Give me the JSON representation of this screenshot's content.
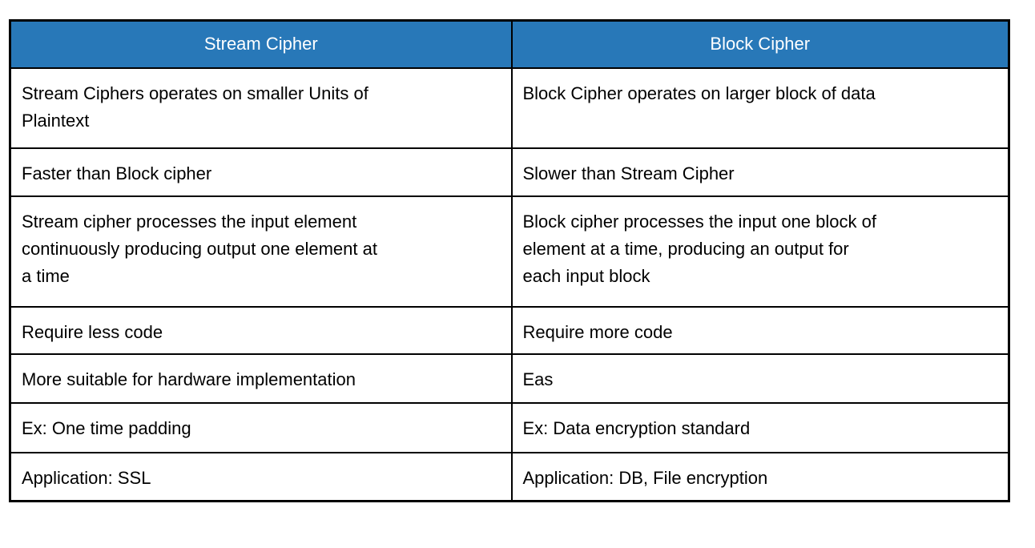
{
  "page": {
    "background": "#ffffff"
  },
  "table": {
    "name": "stream-cipher-vs-block-cipher-comparison",
    "style": {
      "header_bg": "#2878b8",
      "header_text_color": "#ffffff",
      "body_text_color": "#000000",
      "border_color": "#000000",
      "body_bg": "#ffffff"
    },
    "columns": [
      {
        "header": "Stream Cipher"
      },
      {
        "header": "Block Cipher"
      }
    ],
    "rows": [
      {
        "stream_cipher": "Stream Ciphers operates on smaller Units of\nPlaintext",
        "block_cipher": "Block Cipher operates on larger block of data"
      },
      {
        "stream_cipher": "Faster than Block cipher",
        "block_cipher": "Slower than Stream Cipher"
      },
      {
        "stream_cipher": "Stream cipher processes the input element\ncontinuously producing output one element at\na time",
        "block_cipher": "Block cipher processes the input one block of\nelement at a time, producing an output for\neach input block"
      },
      {
        "stream_cipher": "Require less code",
        "block_cipher": "Require more code"
      },
      {
        "stream_cipher": "More suitable for hardware implementation",
        "block_cipher": "Eas"
      },
      {
        "stream_cipher": "Ex: One time padding",
        "block_cipher": "Ex: Data encryption standard"
      },
      {
        "stream_cipher": "Application: SSL",
        "block_cipher": "Application: DB, File encryption"
      }
    ]
  }
}
